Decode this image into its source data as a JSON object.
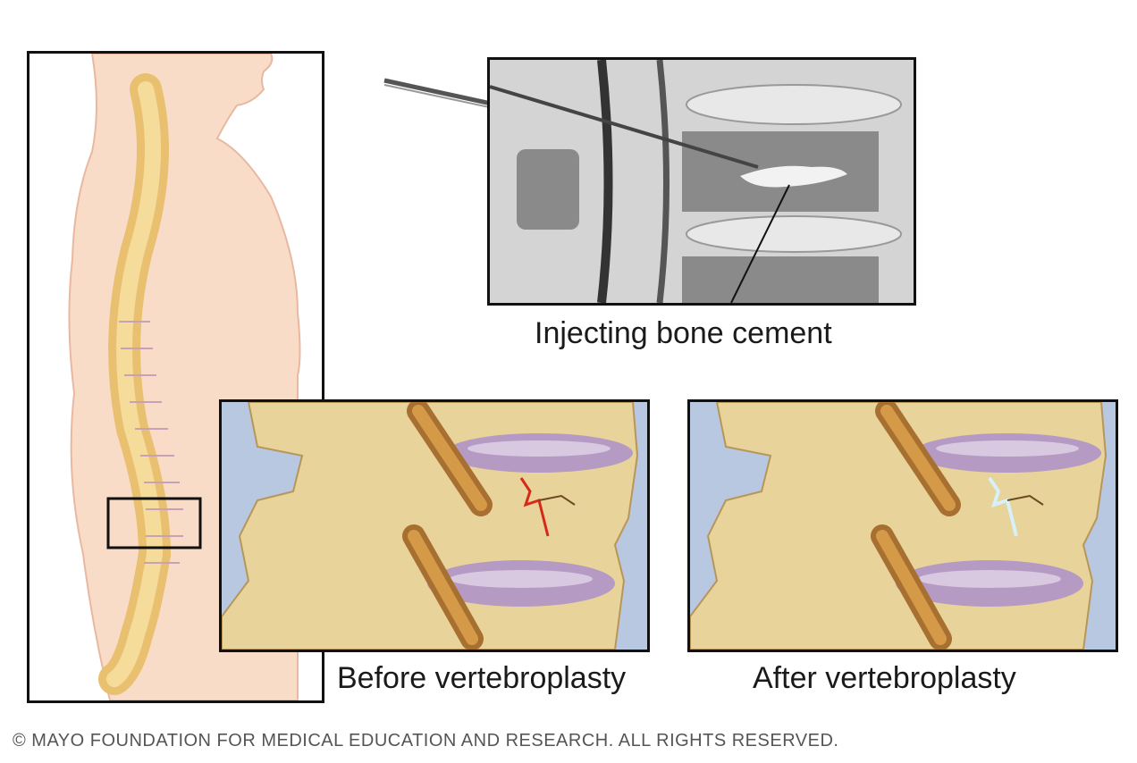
{
  "figure": {
    "subject": "Vertebroplasty procedure illustration",
    "panels": [
      {
        "id": "body-overview",
        "description": "Side view of human torso showing spine with lower lumbar region boxed"
      },
      {
        "id": "injection-xray",
        "caption": "Injecting bone cement"
      },
      {
        "id": "before",
        "caption": "Before vertebroplasty"
      },
      {
        "id": "after",
        "caption": "After vertebroplasty"
      }
    ],
    "copyright": "© MAYO FOUNDATION FOR MEDICAL EDUCATION AND RESEARCH. ALL RIGHTS RESERVED.",
    "colors": {
      "skin": "#f9dcc8",
      "bone": "#e8d39a",
      "bone_dark": "#c9a860",
      "disc": "#b59ac4",
      "nerve": "#c48a3a",
      "background_blue": "#b8c8e0",
      "fracture_red": "#d42a1a",
      "cement": "#d8f0f8",
      "xray_gray": "#a8a8a8",
      "border": "#111111"
    }
  }
}
